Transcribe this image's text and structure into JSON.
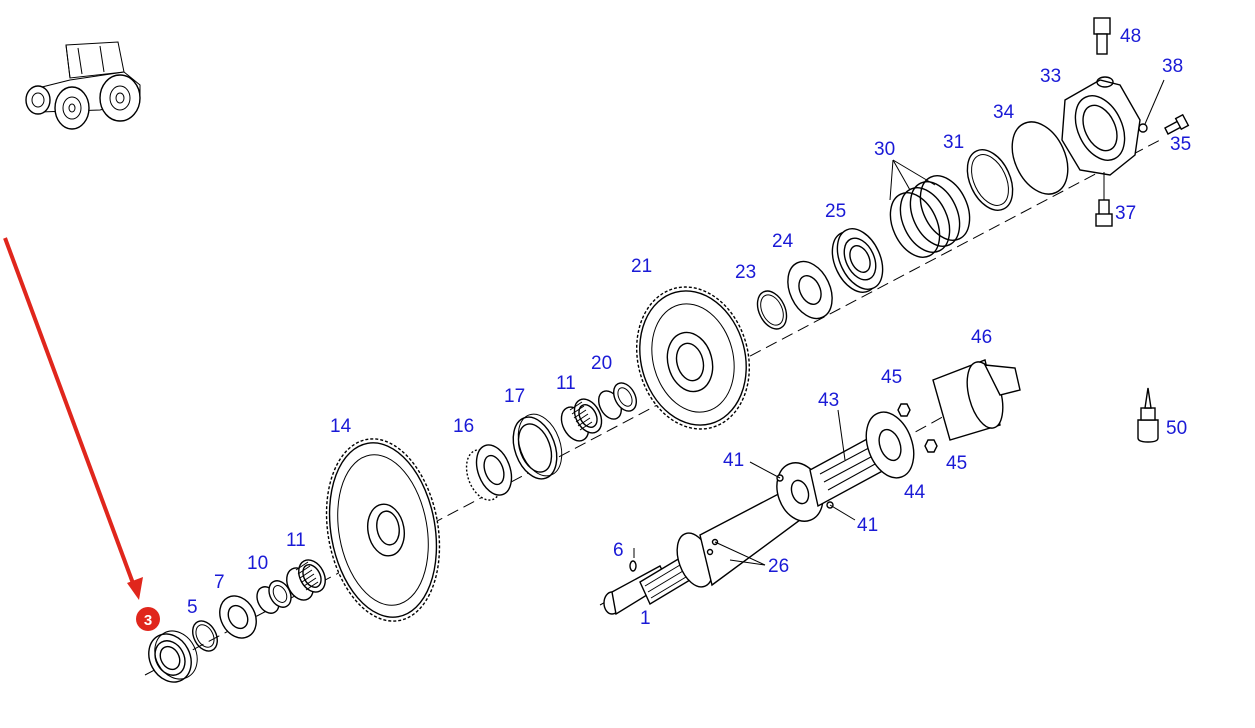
{
  "colors": {
    "callout_text": "#1a1ad6",
    "highlight_arrow": "#e0261c",
    "highlight_badge": "#e0261c",
    "line_art": "#000000"
  },
  "highlight": {
    "part_number": "3"
  },
  "callouts": [
    {
      "id": "c48",
      "label": "48"
    },
    {
      "id": "c33",
      "label": "33"
    },
    {
      "id": "c38",
      "label": "38"
    },
    {
      "id": "c34",
      "label": "34"
    },
    {
      "id": "c35",
      "label": "35"
    },
    {
      "id": "c30",
      "label": "30"
    },
    {
      "id": "c31",
      "label": "31"
    },
    {
      "id": "c37",
      "label": "37"
    },
    {
      "id": "c25",
      "label": "25"
    },
    {
      "id": "c24",
      "label": "24"
    },
    {
      "id": "c21",
      "label": "21"
    },
    {
      "id": "c23",
      "label": "23"
    },
    {
      "id": "c46",
      "label": "46"
    },
    {
      "id": "c45a",
      "label": "45"
    },
    {
      "id": "c43",
      "label": "43"
    },
    {
      "id": "c20",
      "label": "20"
    },
    {
      "id": "c11a",
      "label": "11"
    },
    {
      "id": "c17",
      "label": "17"
    },
    {
      "id": "c14",
      "label": "14"
    },
    {
      "id": "c16",
      "label": "16"
    },
    {
      "id": "c50",
      "label": "50"
    },
    {
      "id": "c41a",
      "label": "41"
    },
    {
      "id": "c45b",
      "label": "45"
    },
    {
      "id": "c44",
      "label": "44"
    },
    {
      "id": "c41b",
      "label": "41"
    },
    {
      "id": "c6",
      "label": "6"
    },
    {
      "id": "c26",
      "label": "26"
    },
    {
      "id": "c11b",
      "label": "11"
    },
    {
      "id": "c10",
      "label": "10"
    },
    {
      "id": "c7",
      "label": "7"
    },
    {
      "id": "c5",
      "label": "5"
    },
    {
      "id": "c1",
      "label": "1"
    }
  ]
}
